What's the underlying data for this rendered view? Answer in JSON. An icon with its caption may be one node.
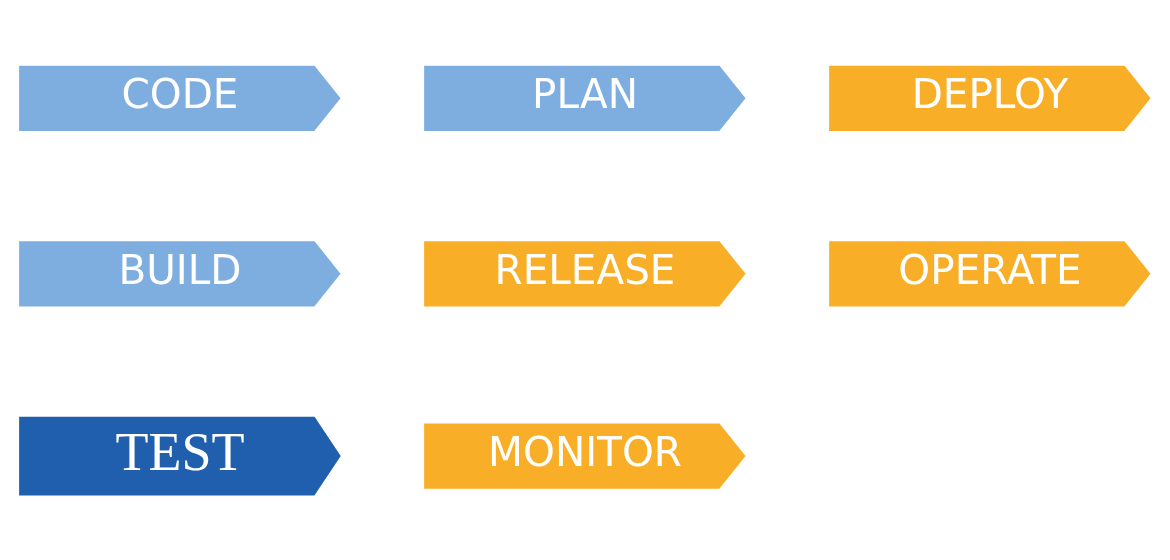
{
  "diagram": {
    "nodes": [
      {
        "text": [
          "PLAN"
        ]
      },
      {
        "text": [
          "CODE"
        ]
      },
      {
        "text": [
          "BUILD"
        ]
      },
      {
        "text": [
          "TEST"
        ]
      },
      {
        "text": [
          "RELEASE"
        ]
      },
      {
        "text": [
          "DEPLOY"
        ]
      },
      {
        "text": [
          "OPERATE"
        ]
      },
      {
        "text": [
          "MONITOR"
        ]
      }
    ]
  }
}
